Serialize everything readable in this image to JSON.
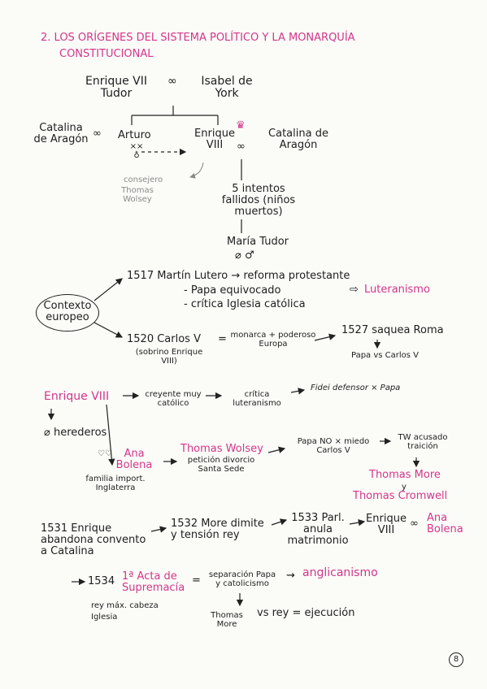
{
  "title": {
    "line1": "2. LOS ORÍGENES DEL SISTEMA POLÍTICO Y LA MONARQUÍA",
    "line2": "CONSTITUCIONAL"
  },
  "tree": {
    "enrique_vii": "Enrique VII\nTudor",
    "marriage_symbol": "∞",
    "isabel": "Isabel de\nYork",
    "catalina_left": "Catalina\nde Aragón",
    "arturo": "Arturo",
    "death_marks": "××\n♁",
    "enrique_viii": "Enrique\nVIII",
    "crown": "♛",
    "catalina_right": "Catalina de\nAragón",
    "consejero": "consejero",
    "wolsey_grey": "Thomas\nWolsey",
    "intentos": "5 intentos\nfallidos (niños\nmuertos)",
    "maria_tudor": "María Tudor",
    "gender": "⌀ ♂"
  },
  "contexto": {
    "oval": "Contexto\neuropeo",
    "lutero": "1517 Martín Lutero → reforma protestante",
    "papa_equivocado": "- Papa equivocado",
    "critica": "- crítica Iglesia católica",
    "luteranismo_arrow": "⇨",
    "luteranismo": "Luteranismo",
    "y1520": "1520  Carlos V",
    "sobrino": "(sobrino Enrique\nVIII)",
    "equal": "=",
    "monarca": "monarca + poderoso\nEuropa",
    "saquea": "1527 saquea Roma",
    "papa_vs": "Papa vs Carlos V"
  },
  "enrique_section": {
    "enrique": "Enrique VIII",
    "creyente": "creyente muy\ncatólico",
    "critica": "crítica\nluteranismo",
    "fidei": "Fidei defensor × Papa",
    "herederos": "⌀ herederos",
    "ana_hearts": "♡♡",
    "ana": "Ana\nBolena",
    "familia": "familia import.\nInglaterra",
    "wolsey": "Thomas Wolsey",
    "peticion": "petición divorcio\nSanta Sede",
    "papa_no": "Papa NO × miedo\nCarlos V",
    "tw": "TW acusado\ntraición",
    "more": "Thomas More",
    "y": "y",
    "cromwell": "Thomas Cromwell"
  },
  "timeline": {
    "e1531": "1531 Enrique\nabandona convento\na Catalina",
    "e1532": "1532 More dimite\ny tensión rey",
    "e1533": "1533 Parl.\nanula\nmatrimonio",
    "enrique": "Enrique\nVIII",
    "ana": "Ana\nBolena"
  },
  "acta": {
    "y1534": "1534",
    "acta": "1ª Acta de\nSupremacía",
    "rey": "rey máx. cabeza\nIglesia",
    "equal": "=",
    "separacion": "separación Papa\ny catolicismo",
    "squiggle": "⇝",
    "anglicanismo": "anglicanismo",
    "more_vs": "Thomas\nMore",
    "vs": "vs rey = ejecución"
  },
  "page_number": "8",
  "colors": {
    "accent": "#d2368a",
    "ink": "#1e1e1e",
    "pencil": "#8a8a8a",
    "paper": "#fbfbf8"
  }
}
